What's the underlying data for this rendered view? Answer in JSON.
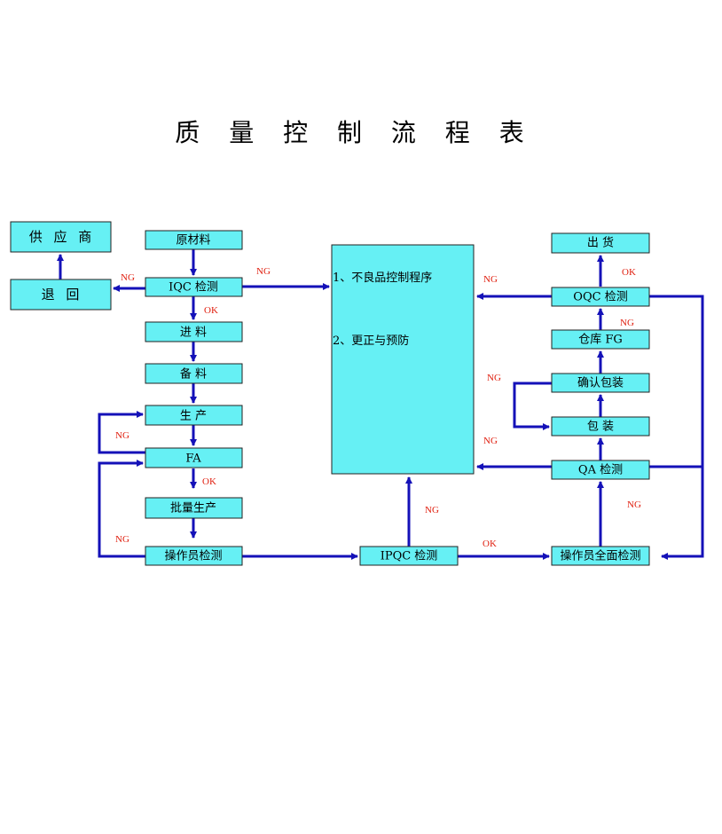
{
  "title": "质 量 控 制 流 程 表",
  "colors": {
    "box_fill": "#66f0f4",
    "arrow": "#1411b8",
    "label": "#e02010"
  },
  "nodes": {
    "supplier": "供 应 商",
    "return": "退 回",
    "raw_material": "原材料",
    "iqc": "IQC 检测",
    "incoming": "进 料",
    "prepare": "备 料",
    "production": "生 产",
    "fa": "FA",
    "mass_production": "批量生产",
    "operator_check": "操作员检测",
    "ipqc": "IPQC 检测",
    "operator_full_check": "操作员全面检测",
    "qa": "QA 检测",
    "packing": "包 装",
    "confirm_packing": "确认包装",
    "warehouse": "仓库 FG",
    "oqc": "OQC 检测",
    "shipping": "出 货"
  },
  "control_box": {
    "item1": "1、不良品控制程序",
    "item2": "2、更正与预防"
  },
  "labels": {
    "ng": "NG",
    "ok": "OK"
  }
}
